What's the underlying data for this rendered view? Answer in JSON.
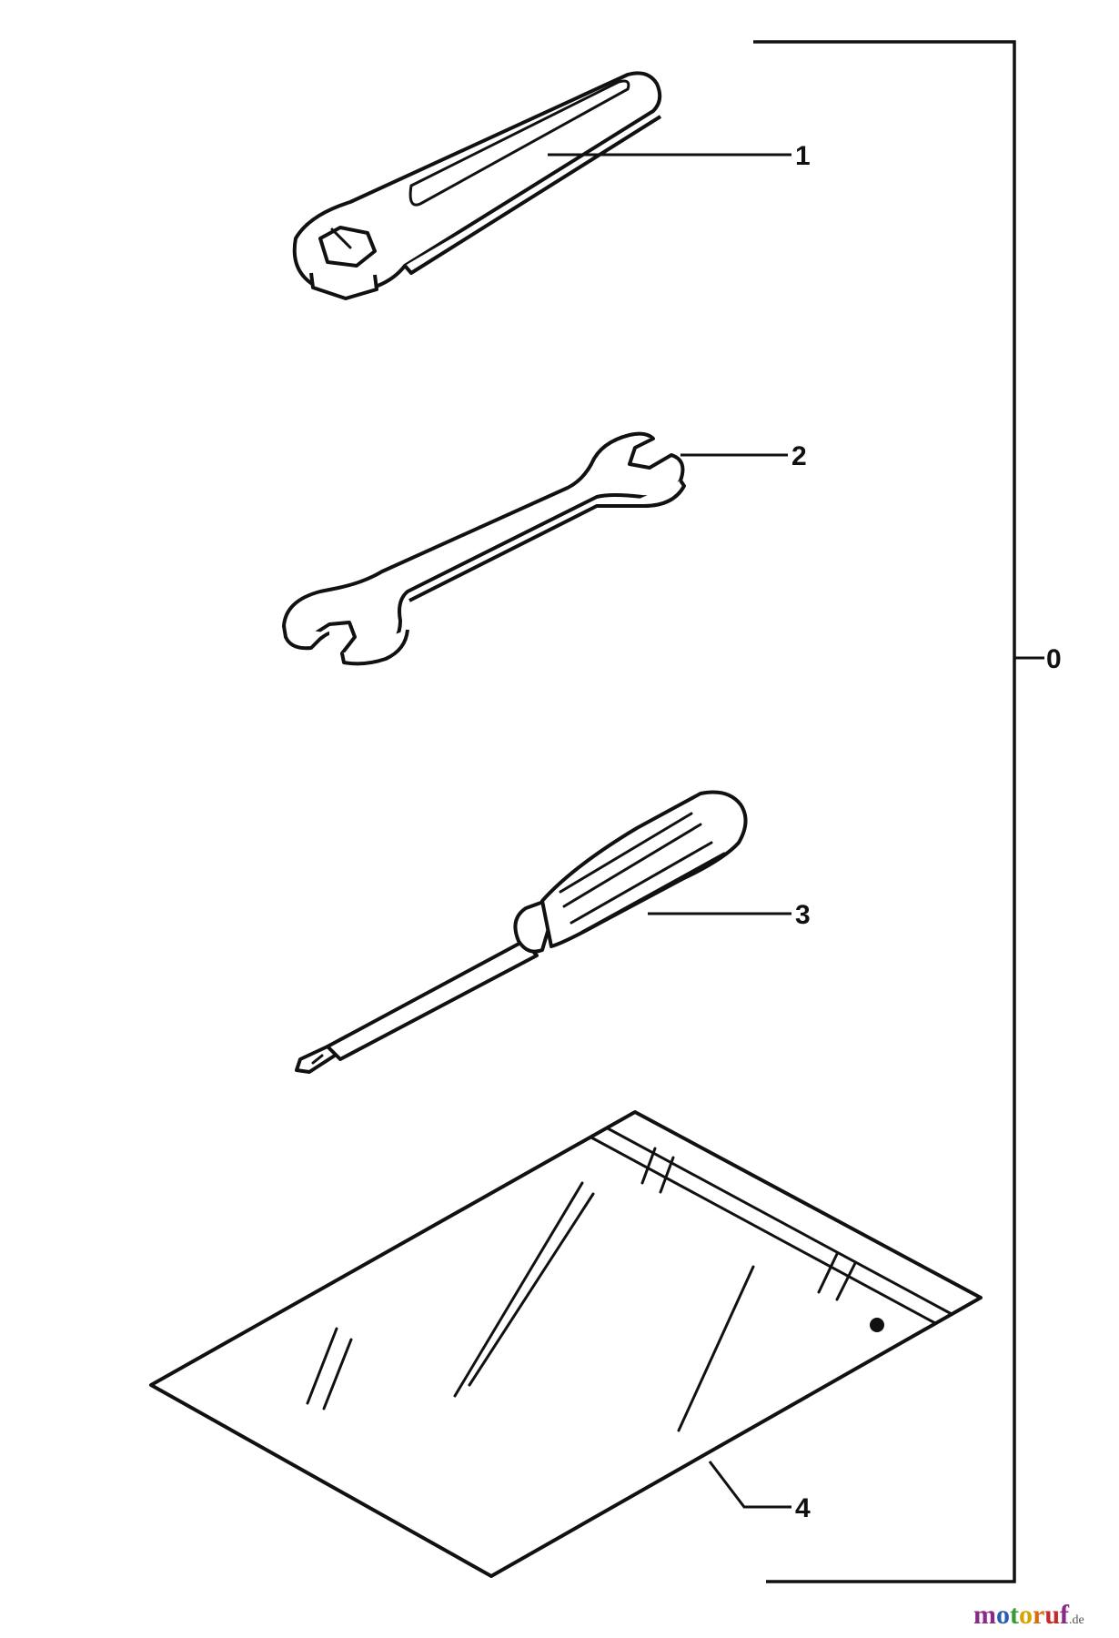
{
  "parts": [
    {
      "id": "0",
      "label": "0",
      "name": "tool-kit-assembly"
    },
    {
      "id": "1",
      "label": "1",
      "name": "spark-plug-wrench"
    },
    {
      "id": "2",
      "label": "2",
      "name": "open-end-wrench"
    },
    {
      "id": "3",
      "label": "3",
      "name": "screwdriver"
    },
    {
      "id": "4",
      "label": "4",
      "name": "tool-bag"
    }
  ],
  "watermark": {
    "letters": [
      "m",
      "o",
      "t",
      "o",
      "r",
      "u",
      "f"
    ],
    "suffix": ".de"
  }
}
